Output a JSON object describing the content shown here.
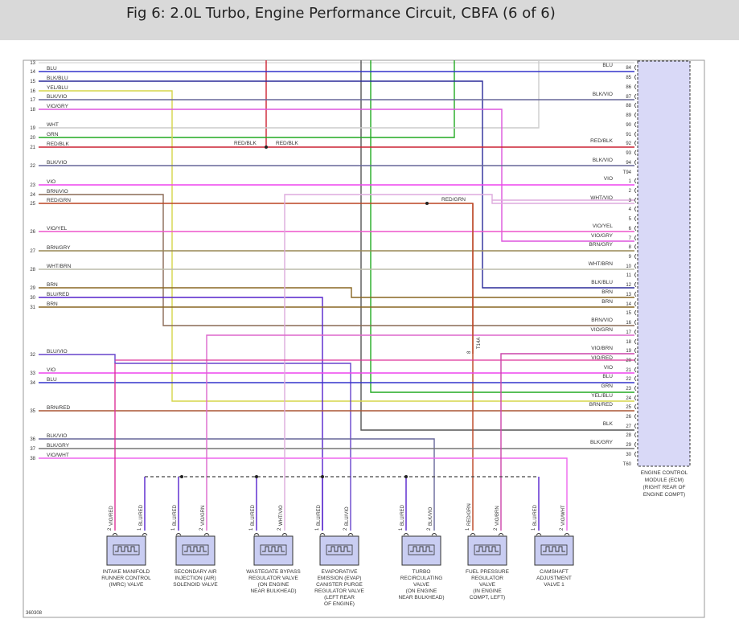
{
  "header": {
    "title": "Fig 6: 2.0L Turbo, Engine Performance Circuit, CBFA (6 of 6)"
  },
  "colors": {
    "header_bg": "#d9d9d9",
    "ecm_fill": "#d9d9f7",
    "BLU": "#3333cc",
    "BLK/BLU": "#2a2a99",
    "YEL/BLU": "#d6d64a",
    "BLK/VIO": "#666699",
    "VIO/GRY": "#dd55dd",
    "WHT": "#cccccc",
    "GRN": "#22aa22",
    "RED/BLK": "#cc2233",
    "VIO": "#ee44ee",
    "BRN/VIO": "#8a6a55",
    "RED/GRN": "#bb4422",
    "VIO/YEL": "#ee55cc",
    "BRN/GRY": "#998855",
    "WHT/BRN": "#bbbbaa",
    "BRN": "#886622",
    "BLU/RED": "#5522cc",
    "BLU/VIO": "#6644cc",
    "BRN/RED": "#aa5533",
    "BLK/GRY": "#777777",
    "VIO/WHT": "#ee66ee",
    "WHT/VIO": "#ddaadd",
    "VIO/RED": "#dd3399",
    "VIO/GRN": "#dd66cc",
    "VIO/BRN": "#cc44aa",
    "BLK": "#555555"
  },
  "left_wires": [
    {
      "num": "13",
      "color": ""
    },
    {
      "num": "14",
      "color": "BLU"
    },
    {
      "num": "15",
      "color": "BLK/BLU"
    },
    {
      "num": "16",
      "color": "YEL/BLU"
    },
    {
      "num": "17",
      "color": "BLK/VIO"
    },
    {
      "num": "18",
      "color": "VIO/GRY"
    },
    {
      "num": "19",
      "color": "WHT"
    },
    {
      "num": "20",
      "color": "GRN"
    },
    {
      "num": "21",
      "color": "RED/BLK"
    },
    {
      "num": "22",
      "color": "BLK/VIO"
    },
    {
      "num": "23",
      "color": "VIO"
    },
    {
      "num": "24",
      "color": "BRN/VIO"
    },
    {
      "num": "25",
      "color": "RED/GRN"
    },
    {
      "num": "26",
      "color": "VIO/YEL"
    },
    {
      "num": "27",
      "color": "BRN/GRY"
    },
    {
      "num": "28",
      "color": "WHT/BRN"
    },
    {
      "num": "29",
      "color": "BRN"
    },
    {
      "num": "30",
      "color": "BLU/RED"
    },
    {
      "num": "31",
      "color": "BRN"
    },
    {
      "num": "32",
      "color": "BLU/VIO"
    },
    {
      "num": "33",
      "color": "VIO"
    },
    {
      "num": "34",
      "color": "BLU"
    },
    {
      "num": "35",
      "color": "BRN/RED"
    },
    {
      "num": "36",
      "color": "BLK/VIO"
    },
    {
      "num": "37",
      "color": "BLK/GRY"
    },
    {
      "num": "38",
      "color": "VIO/WHT"
    }
  ],
  "right_pins": [
    {
      "pin": "84",
      "color": "BLU"
    },
    {
      "pin": "85",
      "color": ""
    },
    {
      "pin": "86",
      "color": ""
    },
    {
      "pin": "87",
      "color": "BLK/VIO"
    },
    {
      "pin": "88",
      "color": ""
    },
    {
      "pin": "89",
      "color": ""
    },
    {
      "pin": "90",
      "color": ""
    },
    {
      "pin": "91",
      "color": ""
    },
    {
      "pin": "92",
      "color": "RED/BLK"
    },
    {
      "pin": "93",
      "color": ""
    },
    {
      "pin": "94",
      "color": "BLK/VIO"
    },
    {
      "pin": "T94",
      "color": ""
    },
    {
      "pin": "1",
      "color": "VIO"
    },
    {
      "pin": "2",
      "color": ""
    },
    {
      "pin": "3",
      "color": "WHT/VIO"
    },
    {
      "pin": "4",
      "color": ""
    },
    {
      "pin": "5",
      "color": ""
    },
    {
      "pin": "6",
      "color": "VIO/YEL"
    },
    {
      "pin": "7",
      "color": "VIO/GRY"
    },
    {
      "pin": "8",
      "color": "BRN/GRY"
    },
    {
      "pin": "9",
      "color": ""
    },
    {
      "pin": "10",
      "color": "WHT/BRN"
    },
    {
      "pin": "11",
      "color": ""
    },
    {
      "pin": "12",
      "color": "BLK/BLU"
    },
    {
      "pin": "13",
      "color": "BRN"
    },
    {
      "pin": "14",
      "color": "BRN"
    },
    {
      "pin": "15",
      "color": ""
    },
    {
      "pin": "16",
      "color": "BRN/VIO"
    },
    {
      "pin": "17",
      "color": "VIO/GRN"
    },
    {
      "pin": "18",
      "color": ""
    },
    {
      "pin": "19",
      "color": "VIO/BRN"
    },
    {
      "pin": "20",
      "color": "VIO/RED"
    },
    {
      "pin": "21",
      "color": "VIO"
    },
    {
      "pin": "22",
      "color": "BLU"
    },
    {
      "pin": "23",
      "color": "GRN"
    },
    {
      "pin": "24",
      "color": "YEL/BLU"
    },
    {
      "pin": "25",
      "color": "BRN/RED"
    },
    {
      "pin": "26",
      "color": ""
    },
    {
      "pin": "27",
      "color": "BLK"
    },
    {
      "pin": "28",
      "color": ""
    },
    {
      "pin": "29",
      "color": "BLK/GRY"
    },
    {
      "pin": "30",
      "color": ""
    },
    {
      "pin": "T60",
      "color": ""
    }
  ],
  "mid_labels": {
    "red_blk_left": "RED/BLK",
    "red_blk_right": "RED/BLK",
    "red_grn": "RED/GRN",
    "connector": "T14A",
    "connector_pin": "8"
  },
  "ecm_label": [
    "ENGINE CONTROL",
    "MODULE (ECM)",
    "(RIGHT REAR OF",
    "ENGINE COMPT)"
  ],
  "components": [
    {
      "label": [
        "INTAKE MANIFOLD",
        "RUNNER CONTROL",
        "(IMRC) VALVE"
      ],
      "wires": [
        {
          "pin": "2",
          "color": "VIO/RED"
        },
        {
          "pin": "1",
          "color": "BLU/RED"
        }
      ]
    },
    {
      "label": [
        "SECONDARY AIR",
        "INJECTION (AIR)",
        "SOLENOID VALVE"
      ],
      "wires": [
        {
          "pin": "1",
          "color": "BLU/RED"
        },
        {
          "pin": "2",
          "color": "VIO/GRN"
        }
      ]
    },
    {
      "label": [
        "WASTEGATE BYPASS",
        "REGULATOR VALVE",
        "(ON ENGINE",
        "NEAR BULKHEAD)"
      ],
      "wires": [
        {
          "pin": "1",
          "color": "BLU/RED"
        },
        {
          "pin": "2",
          "color": "WHT/VIO"
        }
      ]
    },
    {
      "label": [
        "EVAPORATIVE",
        "EMISSION (EVAP)",
        "CANISTER PURGE",
        "REGULATOR VALVE",
        "(LEFT REAR",
        "OF ENGINE)"
      ],
      "wires": [
        {
          "pin": "1",
          "color": "BLU/RED"
        },
        {
          "pin": "2",
          "color": "BLU/VIO"
        }
      ]
    },
    {
      "label": [
        "TURBO",
        "RECIRCULATING",
        "VALVE",
        "(ON ENGINE",
        "NEAR BULKHEAD)"
      ],
      "wires": [
        {
          "pin": "1",
          "color": "BLU/RED"
        },
        {
          "pin": "2",
          "color": "BLK/VIO"
        }
      ]
    },
    {
      "label": [
        "FUEL PRESSURE",
        "REGULATOR",
        "VALVE",
        "(IN ENGINE",
        "COMPT, LEFT)"
      ],
      "wires": [
        {
          "pin": "1",
          "color": "RED/GRN"
        },
        {
          "pin": "2",
          "color": "VIO/BRN"
        }
      ]
    },
    {
      "label": [
        "CAMSHAFT",
        "ADJUSTMENT",
        "VALVE 1"
      ],
      "wires": [
        {
          "pin": "1",
          "color": "BLU/RED"
        },
        {
          "pin": "2",
          "color": "VIO/WHT"
        }
      ]
    }
  ],
  "figure_number": "360308"
}
